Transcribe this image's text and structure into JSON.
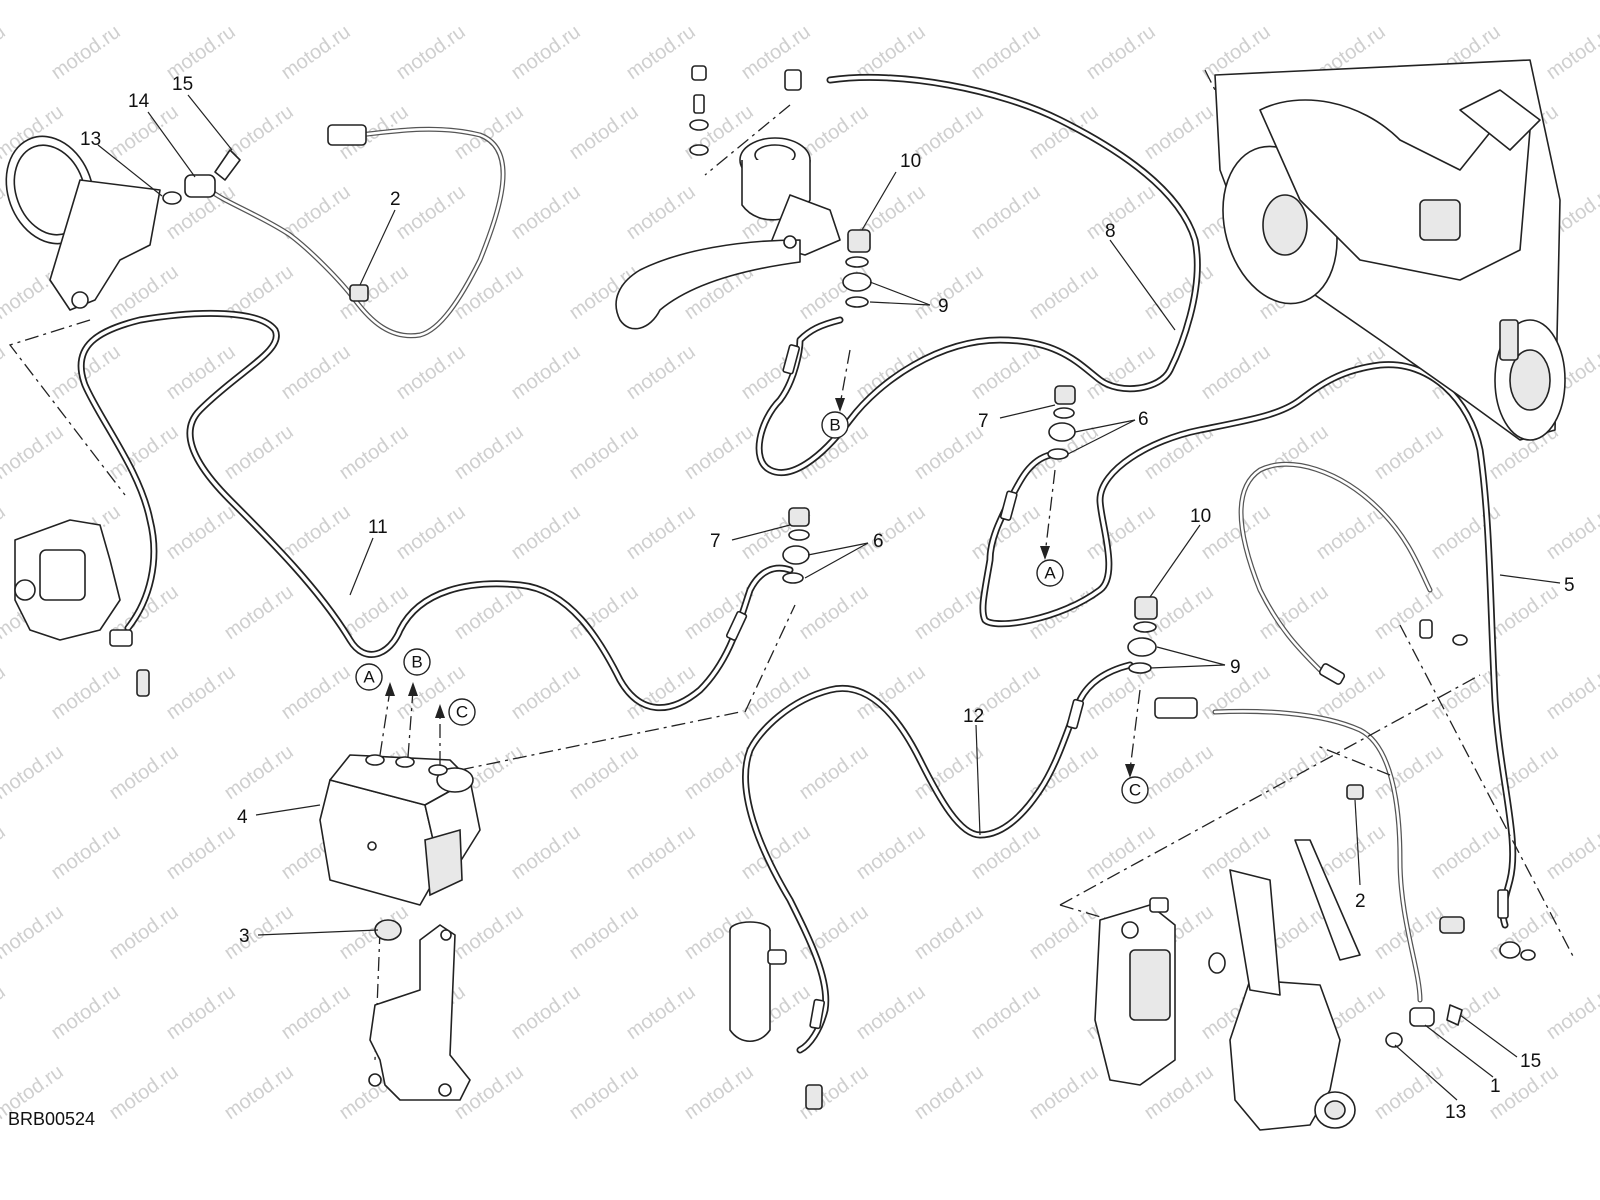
{
  "diagram_code": "BRB00524",
  "watermark": "motod.ru",
  "callouts": [
    {
      "id": "c15-top",
      "text": "15"
    },
    {
      "id": "c14",
      "text": "14"
    },
    {
      "id": "c13-top",
      "text": "13"
    },
    {
      "id": "c2-top",
      "text": "2"
    },
    {
      "id": "c11",
      "text": "11"
    },
    {
      "id": "c10-top",
      "text": "10"
    },
    {
      "id": "c9-top",
      "text": "9"
    },
    {
      "id": "c8",
      "text": "8"
    },
    {
      "id": "c7-right",
      "text": "7"
    },
    {
      "id": "c6-right",
      "text": "6"
    },
    {
      "id": "c7-mid",
      "text": "7"
    },
    {
      "id": "c6-mid",
      "text": "6"
    },
    {
      "id": "c10-mid",
      "text": "10"
    },
    {
      "id": "c9-mid",
      "text": "9"
    },
    {
      "id": "c5",
      "text": "5"
    },
    {
      "id": "c12",
      "text": "12"
    },
    {
      "id": "c4",
      "text": "4"
    },
    {
      "id": "c3",
      "text": "3"
    },
    {
      "id": "c2-bot",
      "text": "2"
    },
    {
      "id": "c15-bot",
      "text": "15"
    },
    {
      "id": "c1",
      "text": "1"
    },
    {
      "id": "c13-bot",
      "text": "13"
    }
  ],
  "connection_markers": [
    {
      "id": "A-abs",
      "text": "A"
    },
    {
      "id": "B-abs",
      "text": "B"
    },
    {
      "id": "C-abs",
      "text": "C"
    },
    {
      "id": "B-front",
      "text": "B"
    },
    {
      "id": "A-right",
      "text": "A"
    },
    {
      "id": "C-rear",
      "text": "C"
    }
  ]
}
